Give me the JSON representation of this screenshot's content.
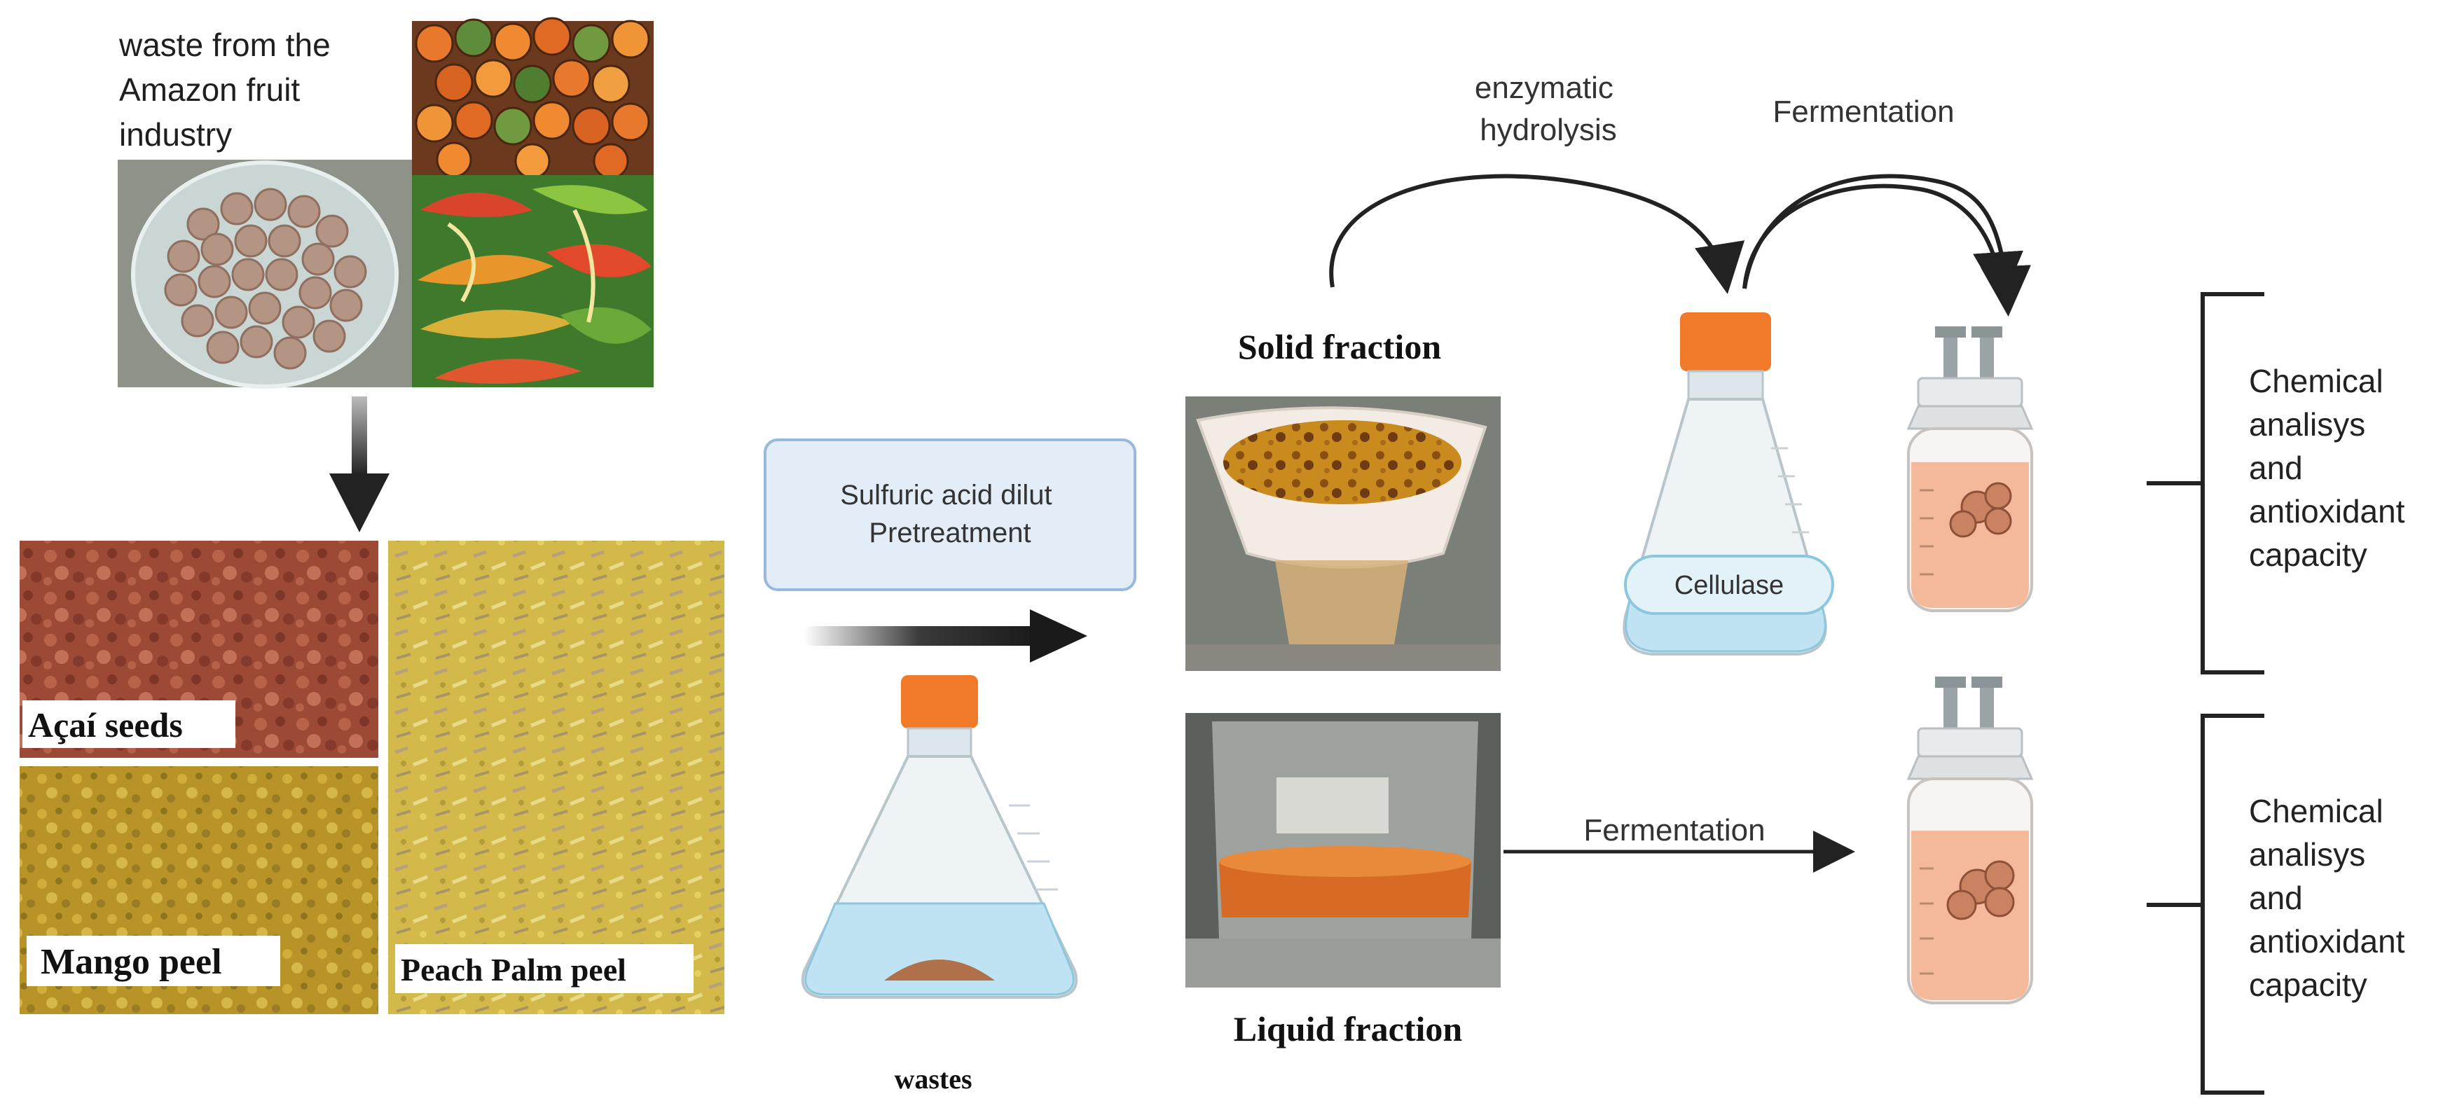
{
  "source": {
    "caption_lines": [
      "waste from the",
      "Amazon fruit",
      " industry"
    ]
  },
  "wastes": {
    "acai_label": "Açaí seeds",
    "mango_label": "Mango peel",
    "peach_palm_label": "Peach Palm peel"
  },
  "pretreatment": {
    "box_lines": [
      "Sulfuric acid dilut",
      "Pretreatment"
    ],
    "flask_caption": "wastes"
  },
  "fractions": {
    "solid_label": "Solid fraction",
    "liquid_label": "Liquid fraction"
  },
  "solid_route": {
    "hydrolysis_lines": [
      "enzymatic",
      "hydrolysis"
    ],
    "fermentation_label": "Fermentation",
    "enzyme_label": "Cellulase"
  },
  "liquid_route": {
    "fermentation_label": "Fermentation"
  },
  "outcome_top": {
    "lines": [
      "Chemical",
      "analisys",
      "and",
      "antioxidant",
      "capacity"
    ]
  },
  "outcome_bottom": {
    "lines": [
      "Chemical",
      "analisys",
      "and",
      "antioxidant",
      "capacity"
    ]
  },
  "colors": {
    "cap_orange": "#f07a2a",
    "liquid_blue": "#bfe3f2",
    "broth_peach": "#f4b89a",
    "box_fill": "#e3edf8",
    "box_stroke": "#9ab8dc"
  }
}
